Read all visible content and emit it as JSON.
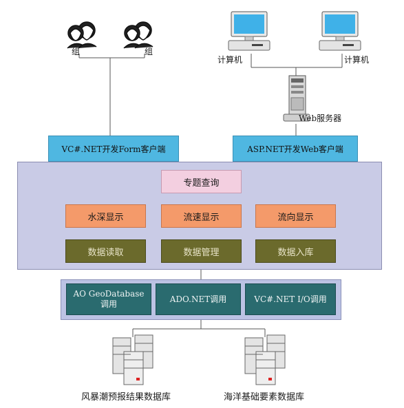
{
  "users": {
    "group_left_label": "组",
    "group_right_label": "组"
  },
  "computers": {
    "left_label": "计算机",
    "right_label": "计算机",
    "server_label": "Web服务器"
  },
  "clients": {
    "form_client": "VC#.NET开发Form客户端",
    "web_client": "ASP.NET开发Web客户端"
  },
  "platform": {
    "query": "专题查询",
    "display": [
      "水深显示",
      "流速显示",
      "流向显示"
    ],
    "data_ops": [
      "数据读取",
      "数据管理",
      "数据入库"
    ]
  },
  "access": {
    "ao_line1": "AO GeoDatabase",
    "ao_line2": "调用",
    "ado": "ADO.NET调用",
    "vcio": "VC#.NET I/O调用"
  },
  "databases": {
    "left_label": "风暴潮预报结果数据库",
    "right_label": "海洋基础要素数据库"
  },
  "colors": {
    "client": "#4fb7e1",
    "platform": "#c9cbe6",
    "query": "#f3cfe0",
    "display": "#f49a6a",
    "data_ops": "#6b6a2c",
    "access_item": "#2a6b6f"
  }
}
